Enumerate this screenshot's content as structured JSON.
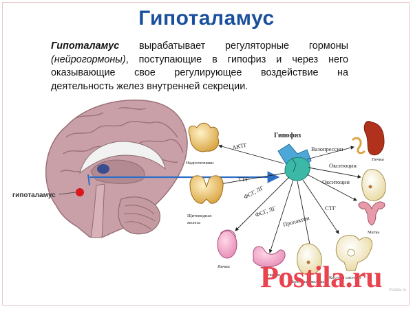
{
  "slide": {
    "title": "Гипоталамус",
    "paragraph": {
      "term": "Гипоталамус",
      "part1": " вырабатывает регуляторные гормоны ",
      "italic": "(нейрогормоны)",
      "part2": ", поступающие в гипофиз и через него оказывающие свое регулирующее воздействие на деятельность желез внутренней секреции."
    }
  },
  "diagram": {
    "hypothalamus_label": "гипоталамус",
    "pituitary_label": "Гипофиз",
    "hormones": {
      "acth": "АКТГ",
      "ttg": "ТТГ",
      "fsh_lh_1": "ФСГ, ЛГ",
      "fsh_lh_2": "ФСГ, ЛГ",
      "prolactin": "Пролактин",
      "stg": "СТГ",
      "vasopressin": "Вазопрессин",
      "oxytocin_1": "Окситоцин",
      "oxytocin_2": "Окситоцин"
    },
    "organs": {
      "adrenal": "Надпочечники",
      "thyroid_1": "Щитовидная",
      "thyroid_2": "железа",
      "testes": "Яички",
      "ovaries": "Яичники",
      "mammary": "Молочные железы",
      "bones": "Костная система",
      "kidneys": "Почки",
      "uterus": "Матка"
    },
    "colors": {
      "brain": "#c7a0a6",
      "brain_dark": "#b48a92",
      "pituitary": "#3bb9a6",
      "arrow": "#2d6fc6",
      "red_dot": "#d9181e"
    }
  },
  "watermark": {
    "main": "Postila.ru",
    "small": "Postila.ru"
  }
}
